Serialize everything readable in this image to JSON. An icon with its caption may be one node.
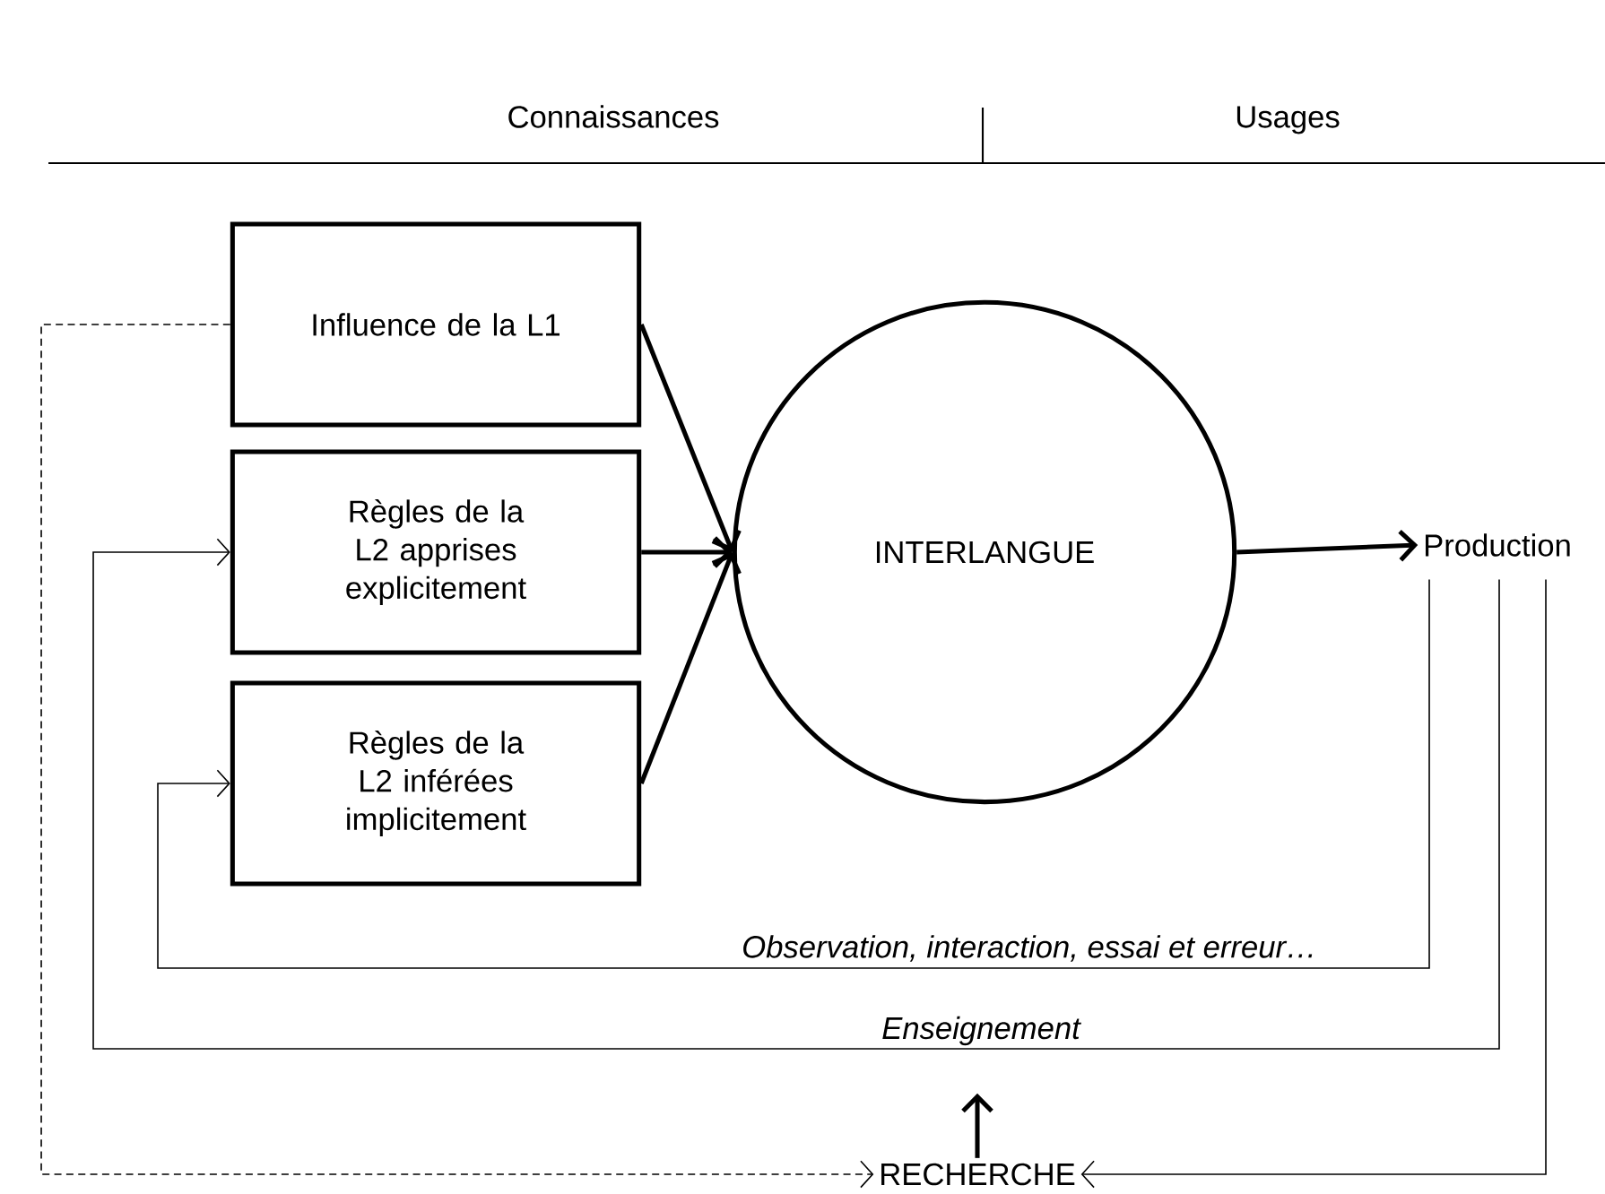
{
  "diagram": {
    "nodes": [
      {
        "text": [
          "Influence de la L1"
        ]
      },
      {
        "text": [
          "Règles de la L2 apprises explicitement"
        ]
      },
      {
        "text": [
          "Règles de la L2 inférées implicitement"
        ]
      },
      {
        "text": [
          "INTERLANGUE"
        ]
      },
      {
        "text": [
          "Production"
        ]
      },
      {
        "text": [
          "RECHERCHE"
        ]
      }
    ],
    "edges": [
      {
        "from": 0,
        "to": 3,
        "arrow": "to"
      },
      {
        "from": 1,
        "to": 3,
        "arrow": "to"
      },
      {
        "from": 2,
        "to": 3,
        "arrow": "to"
      },
      {
        "from": 3,
        "to": 4,
        "arrow": "to"
      },
      {
        "from": 4,
        "to": 2,
        "arrow": "to",
        "label": "Observation, interaction, essai et erreur…"
      },
      {
        "from": 4,
        "to": 1,
        "arrow": "to",
        "label": "Enseignement"
      },
      {
        "from": 4,
        "to": 5,
        "arrow": "to"
      },
      {
        "from": 0,
        "to": 5,
        "arrow": "to",
        "style": "dashed"
      },
      {
        "from": 5,
        "to": null,
        "arrow": "to"
      }
    ],
    "labels": [
      "Connaissances",
      "Usages"
    ]
  }
}
